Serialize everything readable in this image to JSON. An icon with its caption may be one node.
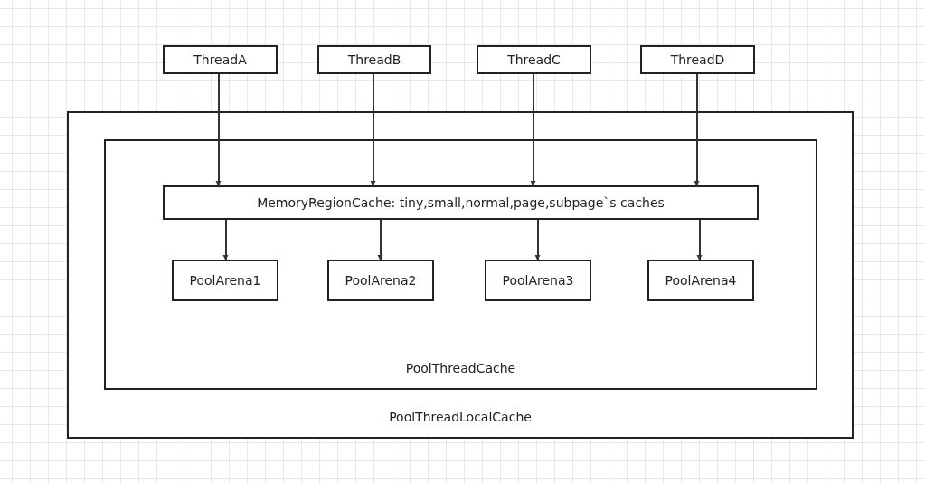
{
  "diagram": {
    "nodes": [
      {
        "text": [
          "PoolThreadLocalCache"
        ]
      },
      {
        "text": [
          "PoolThreadCache"
        ],
        "in": 0
      },
      {
        "text": [
          "MemoryRegionCache: tiny,small,normal,page,subpage`s caches"
        ],
        "in": 1
      },
      {
        "text": [
          "PoolArena1"
        ],
        "in": 1
      },
      {
        "text": [
          "PoolArena2"
        ],
        "in": 1
      },
      {
        "text": [
          "PoolArena3"
        ],
        "in": 1
      },
      {
        "text": [
          "PoolArena4"
        ],
        "in": 1
      },
      {
        "text": [
          "ThreadA"
        ]
      },
      {
        "text": [
          "ThreadB"
        ]
      },
      {
        "text": [
          "ThreadC"
        ]
      },
      {
        "text": [
          "ThreadD"
        ]
      }
    ],
    "edges": [
      {
        "from": 7,
        "to": 2,
        "arrow": "to"
      },
      {
        "from": 8,
        "to": 2,
        "arrow": "to"
      },
      {
        "from": 9,
        "to": 2,
        "arrow": "to"
      },
      {
        "from": 10,
        "to": 2,
        "arrow": "to"
      },
      {
        "from": 2,
        "to": 3,
        "arrow": "to"
      },
      {
        "from": 2,
        "to": 4,
        "arrow": "to"
      },
      {
        "from": 2,
        "to": 5,
        "arrow": "to"
      },
      {
        "from": 2,
        "to": 6,
        "arrow": "to"
      }
    ]
  }
}
